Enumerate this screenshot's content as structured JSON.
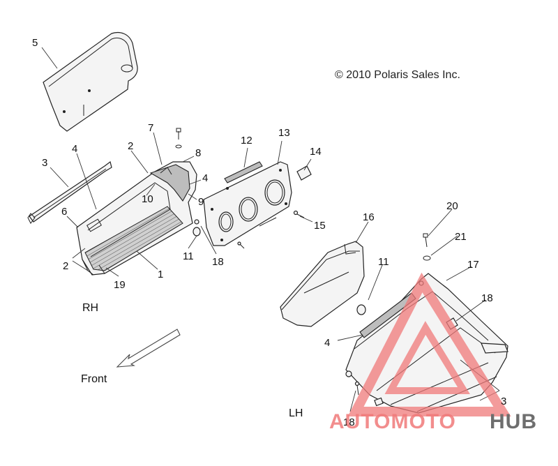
{
  "copyright": "© 2010 Polaris Sales Inc.",
  "side_labels": {
    "rh": "RH",
    "lh": "LH"
  },
  "direction_label": "Front",
  "callouts": {
    "c5": "5",
    "c7": "7",
    "c2a": "2",
    "c8": "8",
    "c4a": "4",
    "c3a": "3",
    "c12": "12",
    "c13": "13",
    "c14": "14",
    "c4b": "4",
    "c10": "10",
    "c9": "9",
    "c6": "6",
    "c15": "15",
    "c16": "16",
    "c20": "20",
    "c21": "21",
    "c11a": "11",
    "c18a": "18",
    "c2b": "2",
    "c19": "19",
    "c1": "1",
    "c11b": "11",
    "c17": "17",
    "c18b": "18",
    "c4c": "4",
    "c3b": "3",
    "c18c": "18"
  },
  "watermark": {
    "text_red": "AUTOMOTO",
    "text_gray": "HUB",
    "color_red": "#f07a7a",
    "color_gray": "#6e6e6e",
    "color_tan": "#e8b25a"
  }
}
